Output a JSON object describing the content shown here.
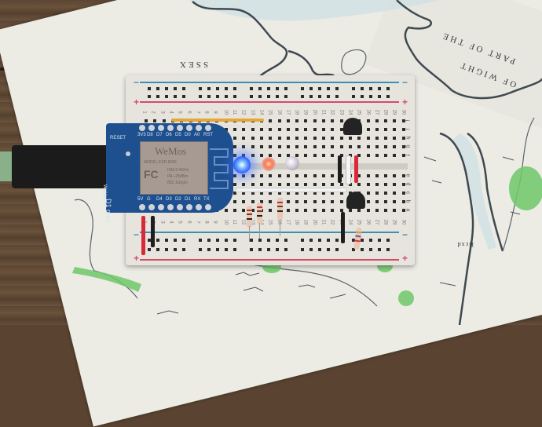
{
  "scene": {
    "description": "Photo of a breadboard circuit with a WeMos D1 mini, three LEDs, resistors and two transistors, placed on an antique map",
    "colors": {
      "table": "#5c4632",
      "map_paper": "#ecebe4",
      "breadboard": "#e7e4dd",
      "wemos_pcb": "#1e4f8f",
      "led_blue": "#3f7bff",
      "led_red": "#ff6a4a",
      "rail_blue": "#3a8fb5",
      "rail_red": "#d34b6a"
    }
  },
  "map": {
    "labels": {
      "county": "SSEX",
      "region": "PART OF THE",
      "region2": "OF WIGHT",
      "town": "Hcxd"
    }
  },
  "breadboard": {
    "rail_minus": "−",
    "rail_plus": "+",
    "column_numbers": [
      "1",
      "2",
      "3",
      "4",
      "5",
      "6",
      "7",
      "8",
      "9",
      "10",
      "11",
      "12",
      "13",
      "14",
      "15",
      "16",
      "17",
      "18",
      "19",
      "20",
      "21",
      "22",
      "23",
      "24",
      "25",
      "26",
      "27",
      "28",
      "29",
      "30"
    ],
    "row_letters_top": [
      "j",
      "i",
      "h",
      "g",
      "f"
    ],
    "row_letters_bottom": [
      "e",
      "d",
      "c",
      "b",
      "a"
    ]
  },
  "wemos": {
    "model": "D1 mini",
    "brand_url": "WeMos.cc",
    "reset_label": "RESET",
    "top_pins": [
      "3V3",
      "D8",
      "D7",
      "D6",
      "D5",
      "D0",
      "A0",
      "RST"
    ],
    "bottom_pins": [
      "5V",
      "G",
      "D4",
      "D3",
      "D2",
      "D1",
      "RX",
      "TX"
    ],
    "module": {
      "logo": "WeMos",
      "model_line": "MODEL  ESP-8266",
      "fc_mark": "FC",
      "spec_lines": [
        "ISM 2.4GHz",
        "PA +25dBm",
        "802.11b/g/n"
      ]
    }
  },
  "components": {
    "leds": [
      {
        "name": "blue-led",
        "color": "#3f7bff",
        "lit": true
      },
      {
        "name": "red-led",
        "color": "#ff6a4a",
        "lit": true
      },
      {
        "name": "clear-led",
        "color": "#d9d6da",
        "lit": false
      }
    ],
    "resistor_count": 4,
    "transistor_count": 2,
    "jumper_wire_colors": [
      "#1e1e1e",
      "#f5f5f5",
      "#d8283a",
      "#e4a73a"
    ]
  }
}
